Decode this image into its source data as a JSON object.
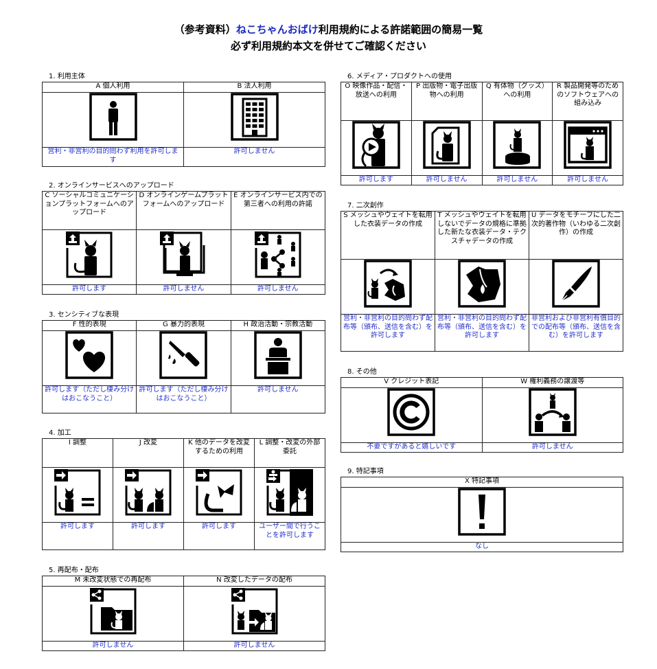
{
  "header": {
    "line1_prefix": "（参考資料）",
    "line1_highlight": "ねこちゃんおばけ",
    "line1_suffix": "利用規約による許諾範囲の簡易一覧",
    "line2": "必ず利用規約本文を併せてご確認ください"
  },
  "colors": {
    "accent": "#1f2bbf",
    "result_text": "#2530c8",
    "border": "#222222"
  },
  "sections": {
    "s1": {
      "title": "1. 利用主体",
      "items": [
        {
          "label": "A 個人利用",
          "icon": "person-icon",
          "result": "営利・非営利の目的問わず利用を許可します"
        },
        {
          "label": "B 法人利用",
          "icon": "building-icon",
          "result": "許可しません"
        }
      ]
    },
    "s2": {
      "title": "2. オンラインサービスへのアップロード",
      "items": [
        {
          "label": "C ソーシャルコミュニケーションプラットフォームへのアップロード",
          "icon": "upload-social-icon",
          "result": "許可します"
        },
        {
          "label": "D オンラインゲームプラットフォームへのアップロード",
          "icon": "upload-game-icon",
          "result": "許可しません"
        },
        {
          "label": "E オンラインサービス内での第三者への利用の許諾",
          "icon": "upload-share-icon",
          "result": "許可しません"
        }
      ]
    },
    "s3": {
      "title": "3. センシティブな表現",
      "items": [
        {
          "label": "F 性的表現",
          "icon": "hearts-icon",
          "result": "許可します（ただし棲み分けはおこなうこと）"
        },
        {
          "label": "G 暴力的表現",
          "icon": "knife-icon",
          "result": "許可します（ただし棲み分けはおこなうこと）"
        },
        {
          "label": "H 政治活動・宗教活動",
          "icon": "podium-icon",
          "result": "許可しません"
        }
      ]
    },
    "s4": {
      "title": "4. 加工",
      "items": [
        {
          "label": "I 調整",
          "icon": "adjust-icon",
          "result": "許可します"
        },
        {
          "label": "J 改変",
          "icon": "modify-icon",
          "result": "許可します"
        },
        {
          "label": "K 他のデータを改変するための利用",
          "icon": "reuse-parts-icon",
          "result": "許可します"
        },
        {
          "label": "L 調整・改変の外部委託",
          "icon": "outsource-icon",
          "result": "ユーザー間で行うことを許可します"
        }
      ]
    },
    "s5": {
      "title": "5. 再配布・配布",
      "items": [
        {
          "label": "M 未改変状態での再配布",
          "icon": "redistribute-icon",
          "result": "許可しません"
        },
        {
          "label": "N 改変したデータの配布",
          "icon": "distribute-modified-icon",
          "result": "許可しません"
        }
      ]
    },
    "s6": {
      "title": "6. メディア・プロダクトへの使用",
      "items": [
        {
          "label": "O 映像作品・配信・放送への利用",
          "icon": "video-icon",
          "result": "許可します"
        },
        {
          "label": "P 出版物・電子出版物への利用",
          "icon": "publication-icon",
          "result": "許可しません"
        },
        {
          "label": "Q 有体物（グッズ）への利用",
          "icon": "goods-icon",
          "result": "許可しません"
        },
        {
          "label": "R 製品開発等のためのソフトウェアへの組み込み",
          "icon": "software-icon",
          "result": "許可しません"
        }
      ]
    },
    "s7": {
      "title": "7. 二次創作",
      "items": [
        {
          "label": "S メッシュやウェイトを転用した衣装データの作成",
          "icon": "costume-convert-icon",
          "result": "営利・非営利の目的問わず配布等（頒布、送信を含む）を許可します"
        },
        {
          "label": "T メッシュやウェイトを転用しないでデータの規格に準拠した新たな衣装データ・テクスチャデータの作成",
          "icon": "costume-icon",
          "result": "営利・非営利の目的問わず配布等（頒布、送信を含む）を許可します"
        },
        {
          "label": "U データをモチーフにした二次的著作物（いわゆる二次創作）の作成",
          "icon": "pen-icon",
          "result": "非営利および非営利有償目的での配布等（頒布、送信を含む）を許可します"
        }
      ]
    },
    "s8": {
      "title": "8. その他",
      "items": [
        {
          "label": "V クレジット表記",
          "icon": "copyright-icon",
          "result": "不要ですがあると嬉しいです"
        },
        {
          "label": "W 権利義務の譲渡等",
          "icon": "transfer-icon",
          "result": "許可しません"
        }
      ]
    },
    "s9": {
      "title": "9. 特記事項",
      "items": [
        {
          "label": "X 特記事項",
          "icon": "exclamation-icon",
          "result": "なし"
        }
      ]
    }
  }
}
